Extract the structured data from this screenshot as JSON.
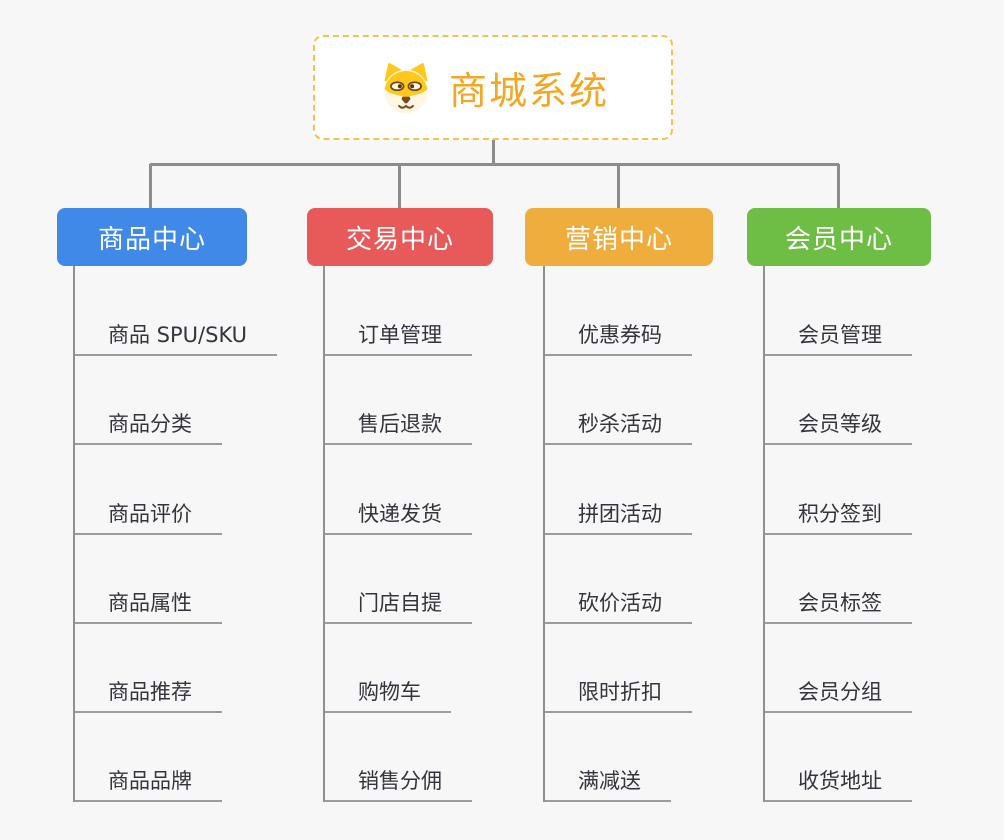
{
  "root": {
    "title": "商城系统",
    "icon": "dog-icon",
    "title_color": "#f5a623",
    "border_color": "#f8c14f"
  },
  "colors": {
    "background": "#f7f7f7",
    "connector": "#8c8c8c",
    "leaf_underline": "#9b9b9b",
    "leaf_text": "#34343c"
  },
  "branches": [
    {
      "label": "商品中心",
      "color": "#4189e8",
      "items": [
        "商品 SPU/SKU",
        "商品分类",
        "商品评价",
        "商品属性",
        "商品推荐",
        "商品品牌"
      ]
    },
    {
      "label": "交易中心",
      "color": "#e85a5a",
      "items": [
        "订单管理",
        "售后退款",
        "快递发货",
        "门店自提",
        "购物车",
        "销售分佣"
      ]
    },
    {
      "label": "营销中心",
      "color": "#efad3e",
      "items": [
        "优惠券码",
        "秒杀活动",
        "拼团活动",
        "砍价活动",
        "限时折扣",
        "满减送"
      ]
    },
    {
      "label": "会员中心",
      "color": "#6ebe45",
      "items": [
        "会员管理",
        "会员等级",
        "积分签到",
        "会员标签",
        "会员分组",
        "收货地址"
      ]
    }
  ]
}
